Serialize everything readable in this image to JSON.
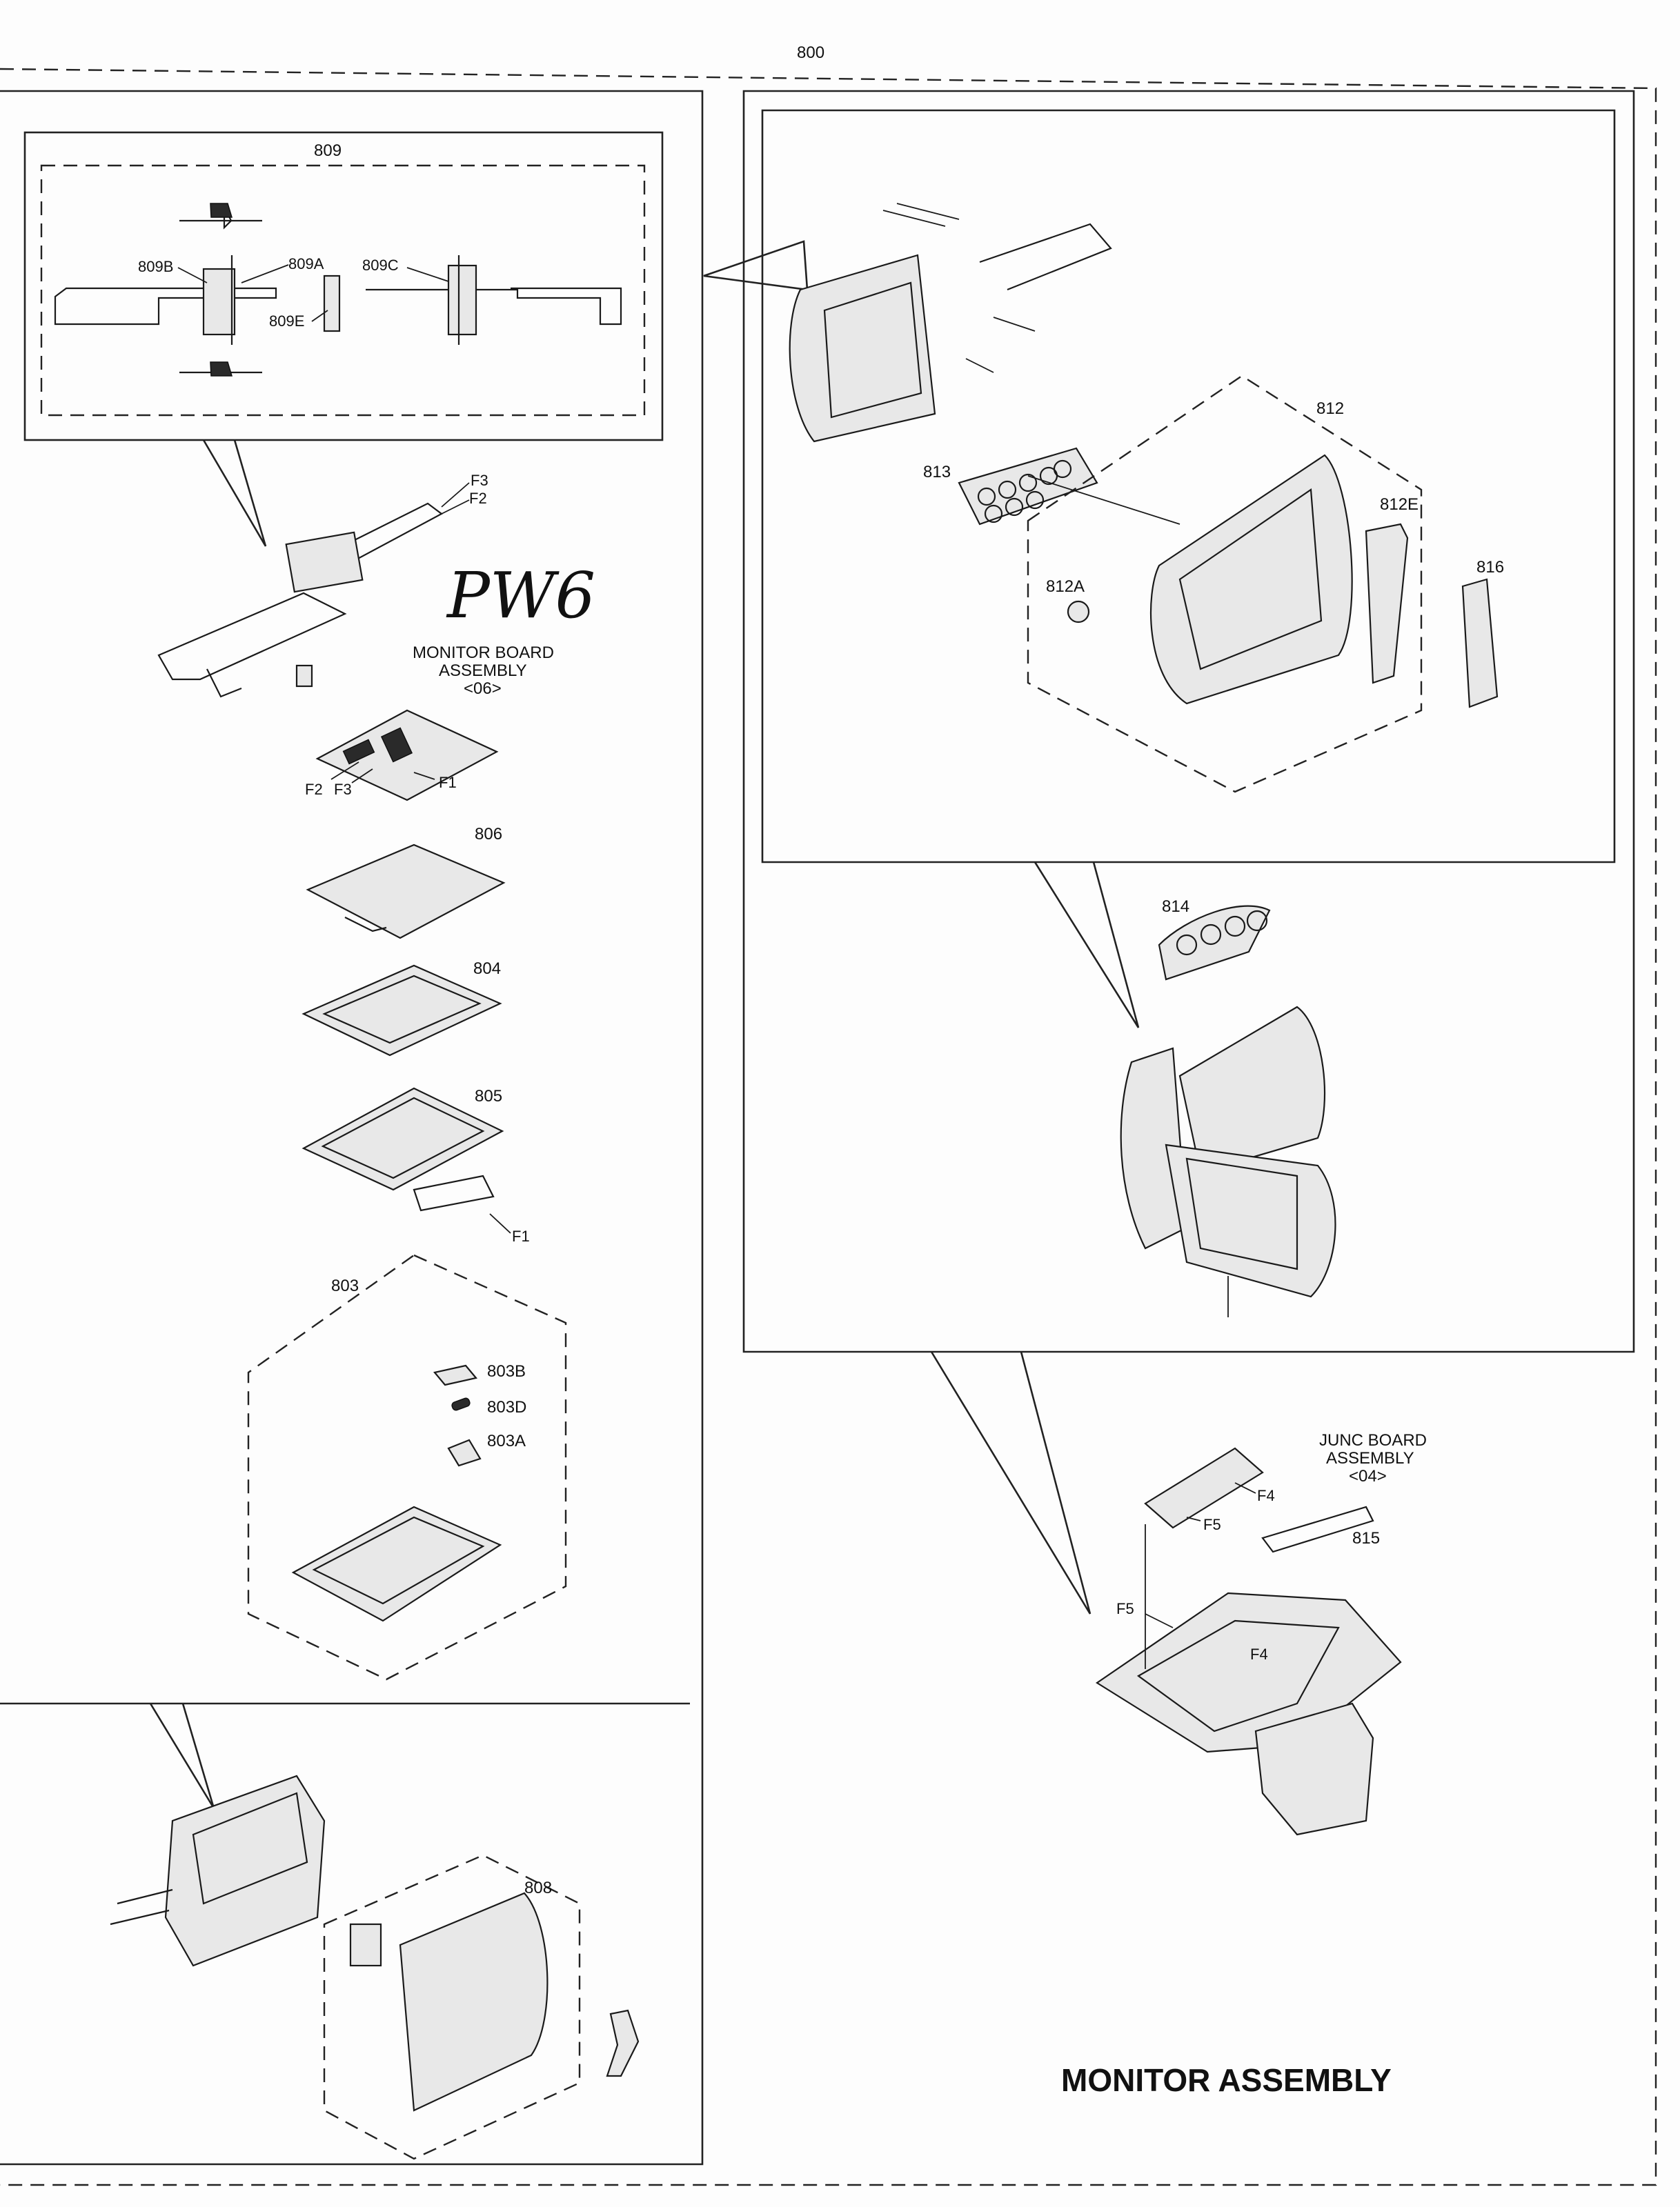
{
  "diagram": {
    "title": "MONITOR ASSEMBLY",
    "handwritten_note": "PW6",
    "labels": {
      "assy_800": "800",
      "p809": "809",
      "p809a": "809A",
      "p809b": "809B",
      "p809c": "809C",
      "p809e": "809E",
      "f1": "F1",
      "f2": "F2",
      "f3": "F3",
      "f4": "F4",
      "f5": "F5",
      "p806": "806",
      "p804": "804",
      "p805": "805",
      "p803": "803",
      "p803a": "803A",
      "p803b": "803B",
      "p803d": "803D",
      "p808": "808",
      "p812": "812",
      "p812a": "812A",
      "p812e": "812E",
      "p813": "813",
      "p814": "814",
      "p815": "815",
      "p816": "816"
    },
    "monitor_board": {
      "line1": "MONITOR BOARD",
      "line2": "ASSEMBLY",
      "line3": "<06>"
    },
    "junc_board": {
      "line1": "JUNC BOARD",
      "line2": "ASSEMBLY",
      "line3": "<04>"
    }
  }
}
